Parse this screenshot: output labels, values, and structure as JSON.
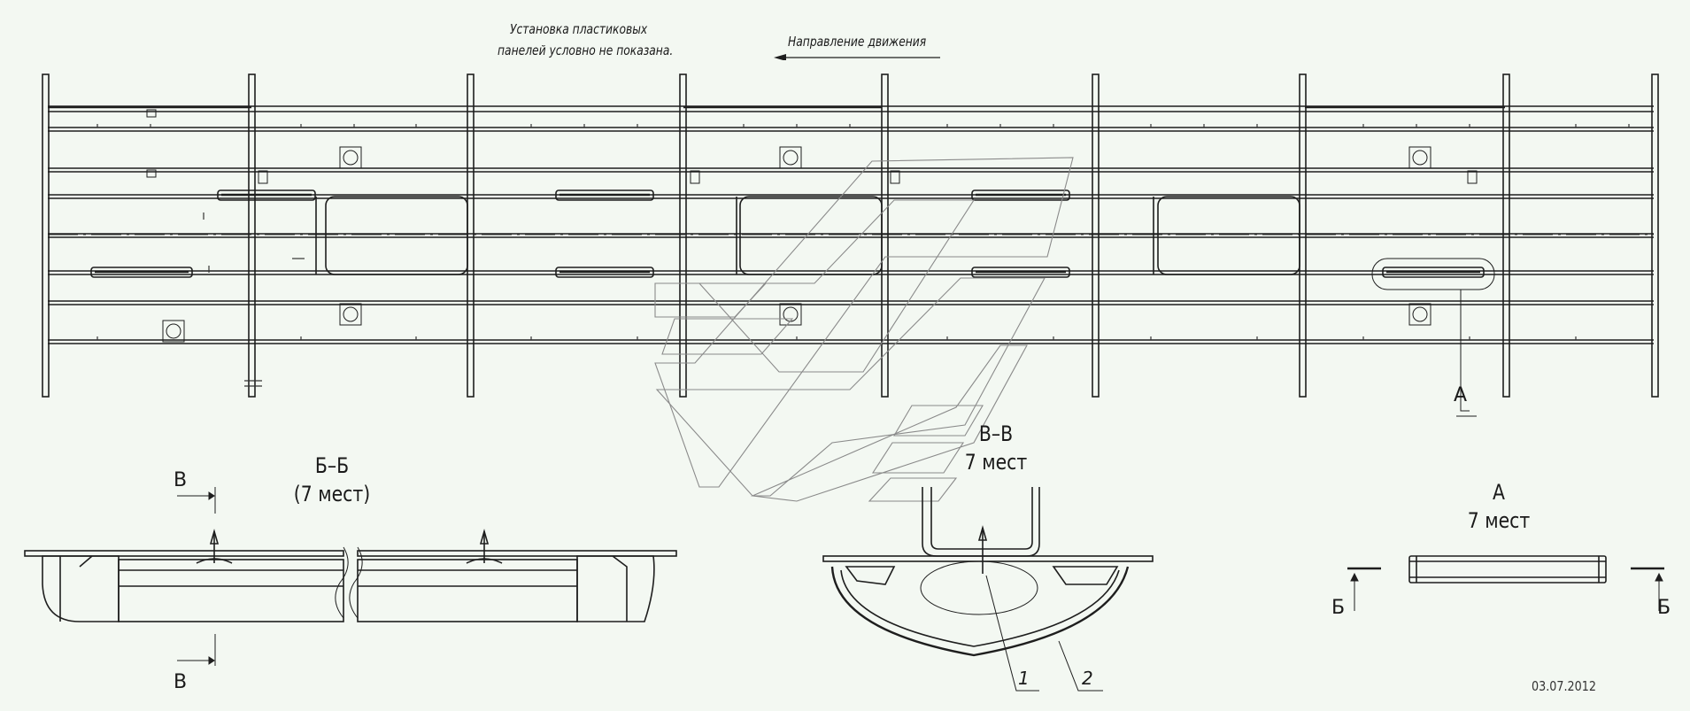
{
  "notes": {
    "panels_line1": "Установка пластиковых",
    "panels_line2": "панелей условно не показана.",
    "direction": "Направление движения"
  },
  "callout_a": "А",
  "section_bb": {
    "title": "Б–Б",
    "count": "(7 мест)",
    "cut_letter_top": "В",
    "cut_letter_bottom": "В"
  },
  "section_vv": {
    "title": "В–В",
    "count": "7 мест",
    "pos1": "1",
    "pos2": "2"
  },
  "view_a": {
    "title": "А",
    "count": "7 мест",
    "cut_left": "Б",
    "cut_right": "Б"
  },
  "date": "03.07.2012",
  "colors": {
    "background": "#f3f8f2",
    "lines": "#1e1e1e",
    "watermark": "#8a8a8a"
  }
}
